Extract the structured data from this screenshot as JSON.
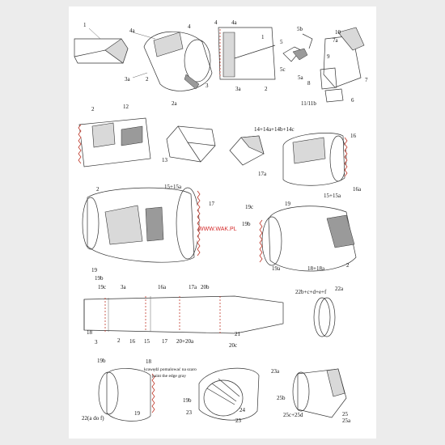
{
  "watermark": "WWW.WAK.PL",
  "note": {
    "line1": "krawędź pomalować na szaro",
    "line2": "paint the edge gray"
  },
  "labels": {
    "l1": "1",
    "l4a": "4a",
    "l4": "4",
    "l3a": "3a",
    "l2": "2",
    "l2a": "2a",
    "l3": "3",
    "r4": "4",
    "r4a": "4a",
    "r1": "1",
    "r5": "5",
    "r5b": "5b",
    "r5c": "5c",
    "r5a": "5a",
    "r3a": "3a",
    "r2": "2",
    "l10": "10",
    "l7a": "7a",
    "l9": "9",
    "l7": "7",
    "l8": "8",
    "l6": "6",
    "l11": "11/11b",
    "l2b": "2",
    "l12": "12",
    "l13": "13",
    "l14": "14+14a+14b+14c",
    "l16": "16",
    "l17a": "17a",
    "l16a": "16a",
    "l15a": "15+15a",
    "l2c": "2",
    "l1515": "15+15a",
    "l17": "17",
    "l19c": "19c",
    "l19": "19",
    "l19b": "19b",
    "l19a": "19a",
    "l18": "18+18a",
    "l2d": "2",
    "t19": "19",
    "t19b": "19b",
    "t19c": "19c",
    "t3a": "3a",
    "t16a": "16a",
    "t17a": "17a",
    "t20b": "20b",
    "t18": "18",
    "t3": "3",
    "t2": "2",
    "t16": "16",
    "t15": "15",
    "t17": "17",
    "t2020": "20+20a",
    "t20c": "20c",
    "t21": "21",
    "l22a": "22a",
    "l22b": "22b+c+d+e+f",
    "b19b": "19b",
    "b18": "18",
    "b22": "22(a do f)",
    "b19": "19",
    "b23a": "23a",
    "b19b2": "19b",
    "b23": "23",
    "b24": "24",
    "b23b": "23",
    "b25b": "25b",
    "b25": "25",
    "b25a": "25a",
    "b25c": "25c+25d"
  }
}
